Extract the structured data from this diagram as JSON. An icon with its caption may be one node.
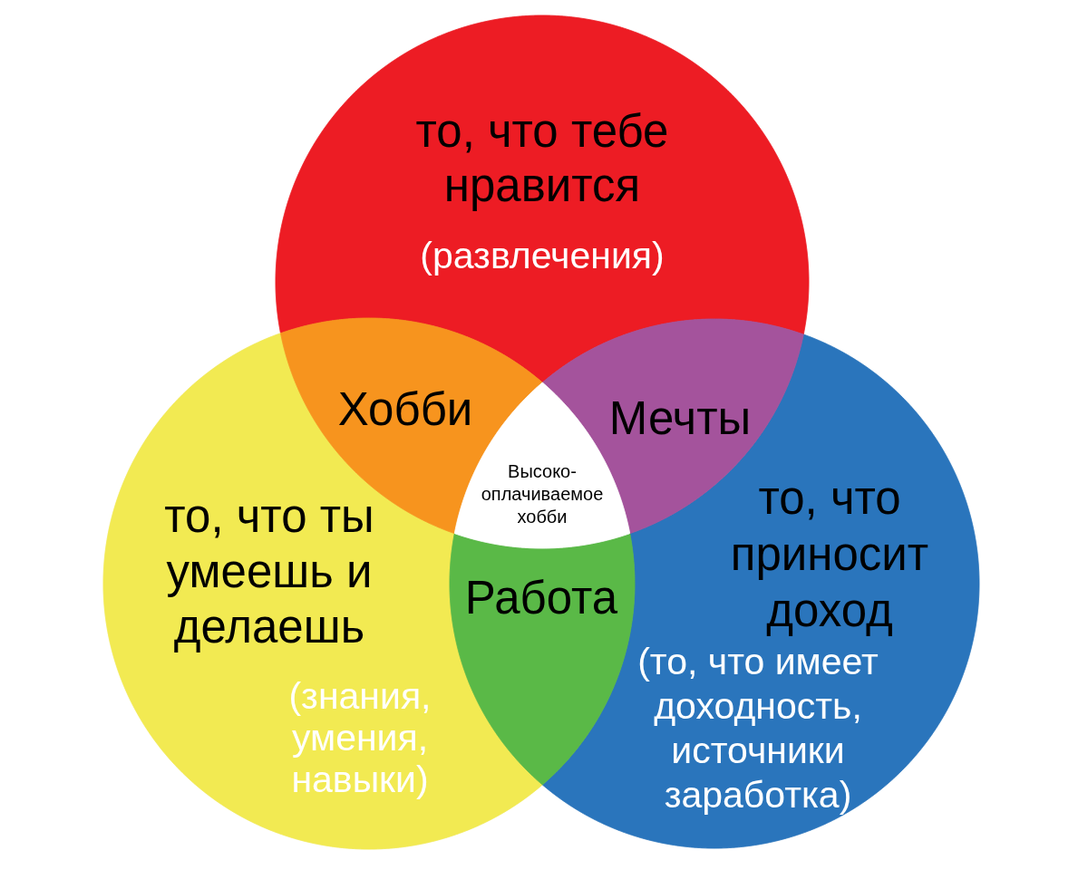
{
  "diagram": {
    "nodes": [
      {
        "text": [
          "то, что тебе нравится",
          "(развлечения)"
        ]
      },
      {
        "text": [
          "то, что ты умеешь и делаешь",
          "(знания, умения, навыки)"
        ]
      },
      {
        "text": [
          "то, что приносит доход",
          "(то, что имеет доходность, источники заработка)"
        ]
      },
      {
        "text": [
          "Хобби"
        ]
      },
      {
        "text": [
          "Мечты"
        ]
      },
      {
        "text": [
          "Высоко-оплачиваемое хобби"
        ]
      },
      {
        "text": [
          "Работа"
        ]
      }
    ]
  }
}
